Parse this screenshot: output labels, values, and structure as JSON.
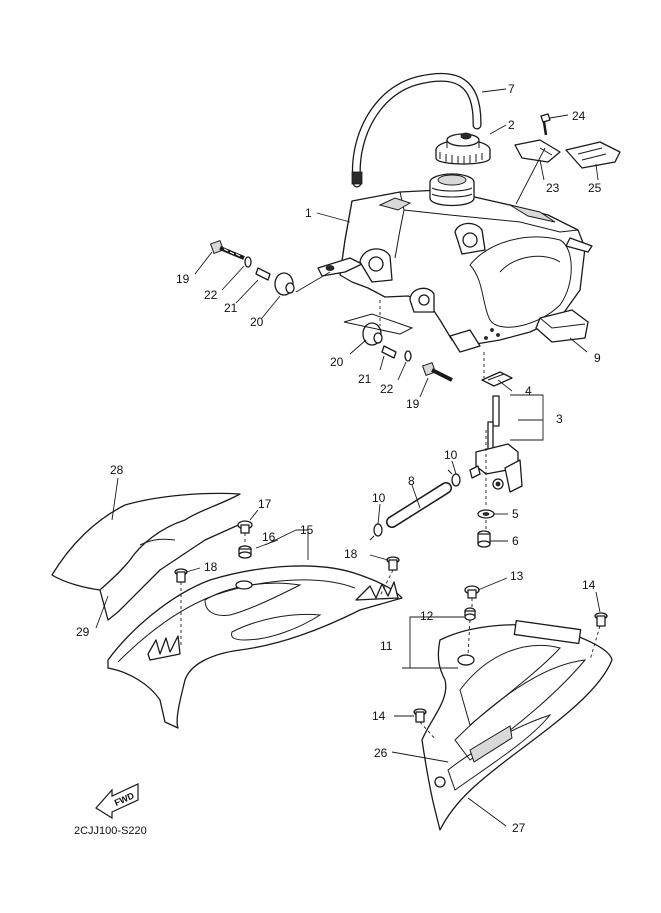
{
  "diagram_code": "2CJJ100-S220",
  "fwd_arrow": {
    "label": "FWD",
    "icon": "fwd-arrow-icon"
  },
  "callouts": [
    {
      "id": "c1",
      "text": "1"
    },
    {
      "id": "c2",
      "text": "2"
    },
    {
      "id": "c3",
      "text": "3"
    },
    {
      "id": "c4",
      "text": "4"
    },
    {
      "id": "c5",
      "text": "5"
    },
    {
      "id": "c6",
      "text": "6"
    },
    {
      "id": "c7",
      "text": "7"
    },
    {
      "id": "c8",
      "text": "8"
    },
    {
      "id": "c9",
      "text": "9"
    },
    {
      "id": "c10a",
      "text": "10"
    },
    {
      "id": "c10b",
      "text": "10"
    },
    {
      "id": "c11",
      "text": "11"
    },
    {
      "id": "c12",
      "text": "12"
    },
    {
      "id": "c13",
      "text": "13"
    },
    {
      "id": "c14a",
      "text": "14"
    },
    {
      "id": "c14b",
      "text": "14"
    },
    {
      "id": "c15",
      "text": "15"
    },
    {
      "id": "c16",
      "text": "16"
    },
    {
      "id": "c17",
      "text": "17"
    },
    {
      "id": "c18a",
      "text": "18"
    },
    {
      "id": "c18b",
      "text": "18"
    },
    {
      "id": "c19a",
      "text": "19"
    },
    {
      "id": "c19b",
      "text": "19"
    },
    {
      "id": "c20a",
      "text": "20"
    },
    {
      "id": "c20b",
      "text": "20"
    },
    {
      "id": "c21a",
      "text": "21"
    },
    {
      "id": "c21b",
      "text": "21"
    },
    {
      "id": "c22a",
      "text": "22"
    },
    {
      "id": "c22b",
      "text": "22"
    },
    {
      "id": "c23",
      "text": "23"
    },
    {
      "id": "c24",
      "text": "24"
    },
    {
      "id": "c25",
      "text": "25"
    },
    {
      "id": "c26",
      "text": "26"
    },
    {
      "id": "c27",
      "text": "27"
    },
    {
      "id": "c28",
      "text": "28"
    },
    {
      "id": "c29",
      "text": "29"
    }
  ]
}
